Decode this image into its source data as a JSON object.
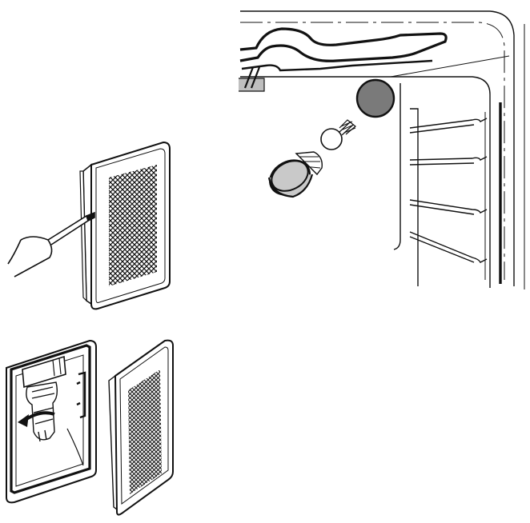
{
  "figures": {
    "oven_interior": {
      "parts": [
        "grill-heating-element",
        "oven-lamp-cover",
        "oven-lamp-bulb",
        "lamp-glass-cap",
        "shelf-runners"
      ]
    },
    "cover_prying": {
      "parts": [
        "grille-cover",
        "screwdriver"
      ]
    },
    "side_lamp": {
      "parts": [
        "lamp-housing",
        "lamp-bulb",
        "rotation-arrow",
        "grille-cover-removed"
      ]
    }
  },
  "colors": {
    "line": "#111111",
    "lamp_cover_fill": "#7a7a7a",
    "cap_fill": "#c9c9c9",
    "background": "#ffffff"
  },
  "icons": [
    "rotation-arrow-icon"
  ]
}
